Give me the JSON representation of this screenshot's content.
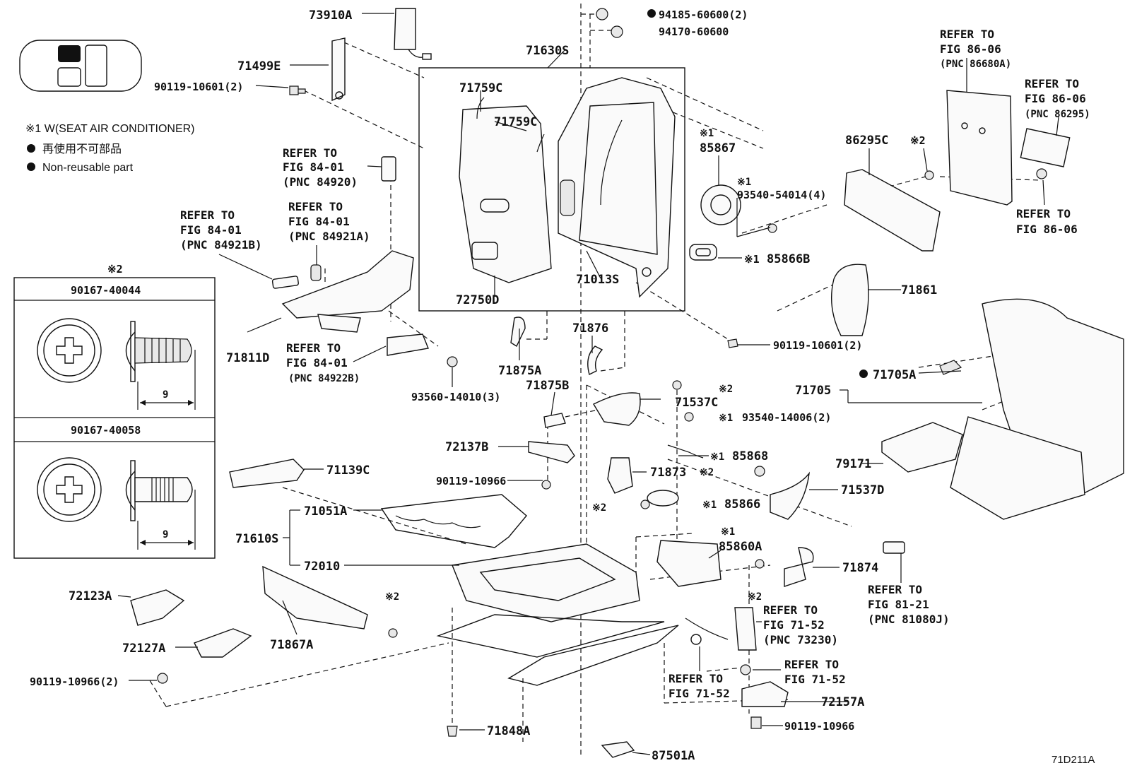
{
  "legend": {
    "seat_air_conditioner": "※1 W(SEAT AIR CONDITIONER)",
    "non_reusable_jp": "再使用不可部品",
    "non_reusable_en": "Non-reusable part",
    "bullet": "●"
  },
  "fastener_table": {
    "mark": "※2",
    "part_a": "90167-40044",
    "part_b": "90167-40058",
    "dim_a": "9",
    "dim_b": "9"
  },
  "labels": {
    "p73910A": "73910A",
    "p71499E": "71499E",
    "p90119_10601_2_top": "90119-10601(2)",
    "p94185": "94185-60600(2)",
    "p94170": "94170-60600",
    "p71630S": "71630S",
    "p71759C_a": "71759C",
    "p71759C_b": "71759C",
    "p72750D": "72750D",
    "p71013S": "71013S",
    "p85867": "85867",
    "p85867_mark": "※1",
    "p93540_54014": "93540-54014(4)",
    "p93540_54014_mark": "※1",
    "p85866B": "85866B",
    "p85866B_mark": "※1",
    "p86295C": "86295C",
    "p86295C_mark": "※2",
    "p71861": "71861",
    "p90119_10601_2_mid": "90119-10601(2)",
    "p71811D": "71811D",
    "p93560": "93560-14010(3)",
    "p71875A": "71875A",
    "p71876": "71876",
    "p71875B": "71875B",
    "p71537C": "71537C",
    "p71537C_mark": "※2",
    "p93540_14006": "93540-14006(2)",
    "p93540_14006_mark": "※1",
    "p72137B": "72137B",
    "p71705": "71705",
    "p71705A": "71705A",
    "p71139C": "71139C",
    "p90119_10966_a": "90119-10966",
    "p85868": "85868",
    "p85868_mark": "※1",
    "p71873": "71873",
    "p71873_mark": "※2",
    "p79171": "79171",
    "p71537D": "71537D",
    "p71051A": "71051A",
    "p85866": "85866",
    "p85866_mark": "※1",
    "p85866_screw_mark": "※2",
    "p71610S": "71610S",
    "p85860A": "85860A",
    "p85860A_mark": "※1",
    "p72010": "72010",
    "p71874": "71874",
    "p71874_mark": "※2",
    "p72123A": "72123A",
    "p72127A": "72127A",
    "p71867A": "71867A",
    "p71867A_mark": "※2",
    "p90119_10966_2": "90119-10966(2)",
    "p72157A": "72157A",
    "p90119_10966_b": "90119-10966",
    "p71848A": "71848A",
    "p87501A": "87501A",
    "figure_code": "71D211A"
  },
  "refs": {
    "r86680A": [
      "REFER TO",
      "FIG 86-06",
      "(PNC 86680A)"
    ],
    "r86295_top": [
      "REFER TO",
      "FIG 86-06",
      "(PNC 86295)"
    ],
    "r86_06_right": [
      "REFER TO",
      "FIG 86-06"
    ],
    "r84920": [
      "REFER TO",
      "FIG 84-01",
      "(PNC 84920)"
    ],
    "r84921B": [
      "REFER TO",
      "FIG 84-01",
      "(PNC 84921B)"
    ],
    "r84921A": [
      "REFER TO",
      "FIG 84-01",
      "(PNC 84921A)"
    ],
    "r84922B": [
      "REFER TO",
      "FIG 84-01",
      "(PNC 84922B)"
    ],
    "r81080J": [
      "REFER TO",
      "FIG 81-21",
      "(PNC 81080J)"
    ],
    "r73230": [
      "REFER TO",
      "FIG 71-52",
      "(PNC 73230)"
    ],
    "r71_52_a": [
      "REFER TO",
      "FIG 71-52"
    ],
    "r71_52_b": [
      "REFER TO",
      "FIG 71-52"
    ]
  },
  "colors": {
    "ink": "#111111",
    "paper": "#ffffff",
    "shade": "#e8e8e8"
  },
  "icons": {
    "seat_position_icon": "seat-position-icon",
    "bullet_icon": "filled-circle-icon"
  }
}
